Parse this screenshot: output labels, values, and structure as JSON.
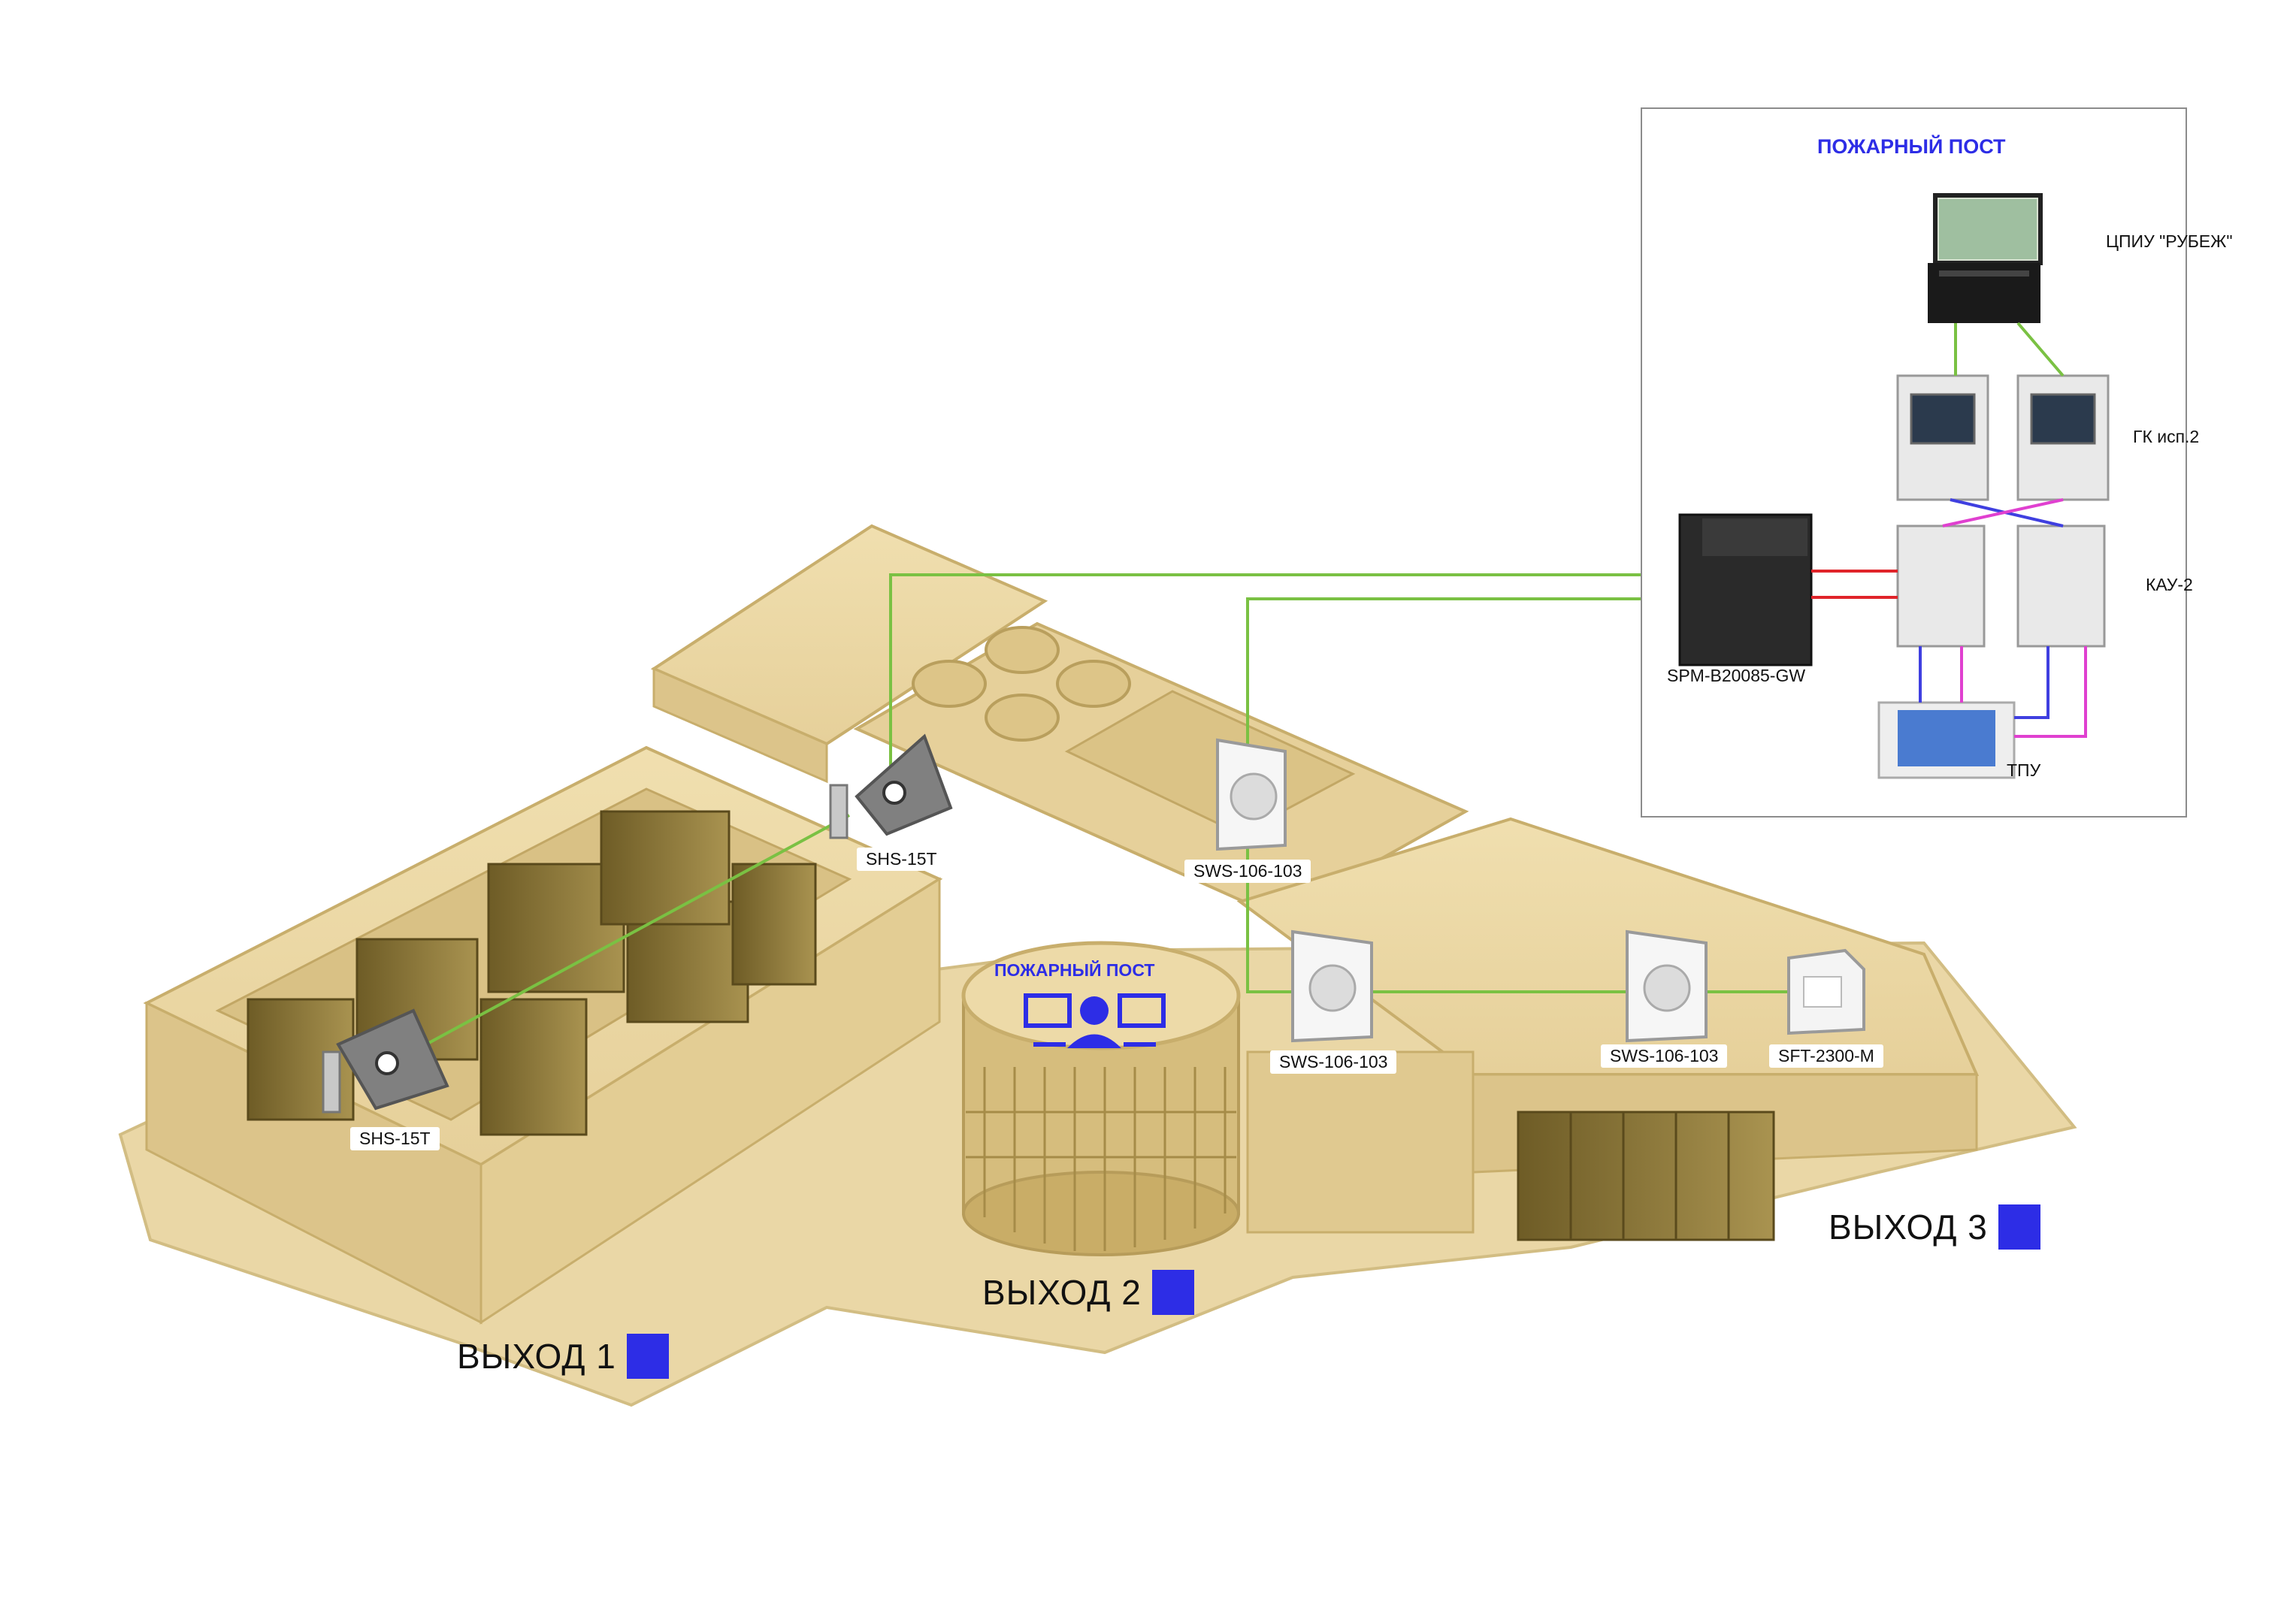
{
  "fire_station_panel": {
    "title": "ПОЖАРНЫЙ ПОСТ",
    "devices": {
      "cpiu": "ЦПИУ \"РУБЕЖ\"",
      "gk": "ГК исп.2",
      "kau": "КАУ-2",
      "tpu": "ТПУ",
      "spm": "SPM-B20085-GW"
    }
  },
  "building": {
    "post_label": "ПОЖАРНЫЙ ПОСТ",
    "speakers": {
      "horn_top": "SHS-15T",
      "horn_left": "SHS-15T",
      "wall_top": "SWS-106-103",
      "wall_mid": "SWS-106-103",
      "wall_right": "SWS-106-103",
      "terminator": "SFT-2300-M"
    },
    "exits": {
      "exit1": "ВЫХОД 1",
      "exit2": "ВЫХОД 2",
      "exit3": "ВЫХОД 3"
    }
  },
  "colors": {
    "building": "#e9d6a3",
    "building_shade": "#d6bf80",
    "cabinet": "#8e7a3e",
    "line_green": "#7ac143",
    "line_red": "#e0242a",
    "line_blue": "#3f3fe0",
    "line_magenta": "#e040d0",
    "accent_blue": "#2d2de6"
  }
}
